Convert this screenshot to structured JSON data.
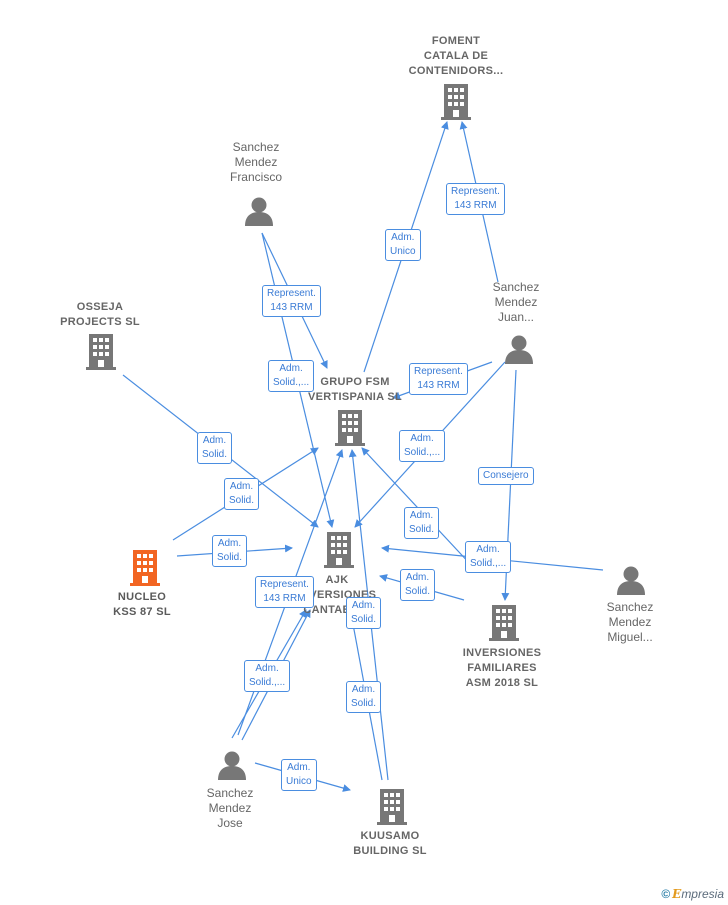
{
  "nodes": {
    "foment": {
      "label": "FOMENT\nCATALA DE\nCONTENIDORS...",
      "type": "company",
      "color": "#777777"
    },
    "sanchez_francisco": {
      "label": "Sanchez\nMendez\nFrancisco",
      "type": "person",
      "color": "#777777"
    },
    "osseja": {
      "label": "OSSEJA\nPROJECTS  SL",
      "type": "company",
      "color": "#777777"
    },
    "sanchez_juan": {
      "label": "Sanchez\nMendez\nJuan...",
      "type": "person",
      "color": "#777777"
    },
    "grupo_fsm": {
      "label": "GRUPO FSM\nVERTISPANIA SL",
      "type": "company",
      "color": "#777777"
    },
    "ajk": {
      "label": "AJK\nINVERSIONES\nCANTABRIA",
      "type": "company",
      "color": "#777777"
    },
    "nucleo": {
      "label": "NUCLEO\nKSS 87  SL",
      "type": "company",
      "color": "#f26522"
    },
    "sanchez_miguel": {
      "label": "Sanchez\nMendez\nMiguel...",
      "type": "person",
      "color": "#777777"
    },
    "inversiones_familiares": {
      "label": "INVERSIONES\nFAMILIARES\nASM 2018  SL",
      "type": "company",
      "color": "#777777"
    },
    "sanchez_jose": {
      "label": "Sanchez\nMendez\nJose",
      "type": "person",
      "color": "#777777"
    },
    "kuusamo": {
      "label": "KUUSAMO\nBUILDING  SL",
      "type": "company",
      "color": "#777777"
    }
  },
  "edge_labels": {
    "e1": "Represent.\n143 RRM",
    "e2": "Adm.\nUnico",
    "e3": "Represent.\n143 RRM",
    "e4": "Adm.\nSolid.,...",
    "e5": "Represent.\n143 RRM",
    "e6": "Adm.\nSolid.",
    "e7": "Adm.\nSolid.,...",
    "e8": "Consejero",
    "e9": "Adm.\nSolid.",
    "e10": "Adm.\nSolid.",
    "e11": "Adm.\nSolid.",
    "e12": "Adm.\nSolid.,...",
    "e13": "Adm.\nSolid.",
    "e14": "Represent.\n143 RRM",
    "e15": "Adm.\nSolid.",
    "e16": "Adm.\nSolid.,...",
    "e17": "Adm.\nSolid.",
    "e18": "Adm.\nUnico"
  },
  "colors": {
    "edge": "#4a8de0",
    "node": "#777777",
    "highlight": "#f26522"
  },
  "brand": {
    "symbol": "©",
    "first": "E",
    "rest": "mpresia"
  }
}
